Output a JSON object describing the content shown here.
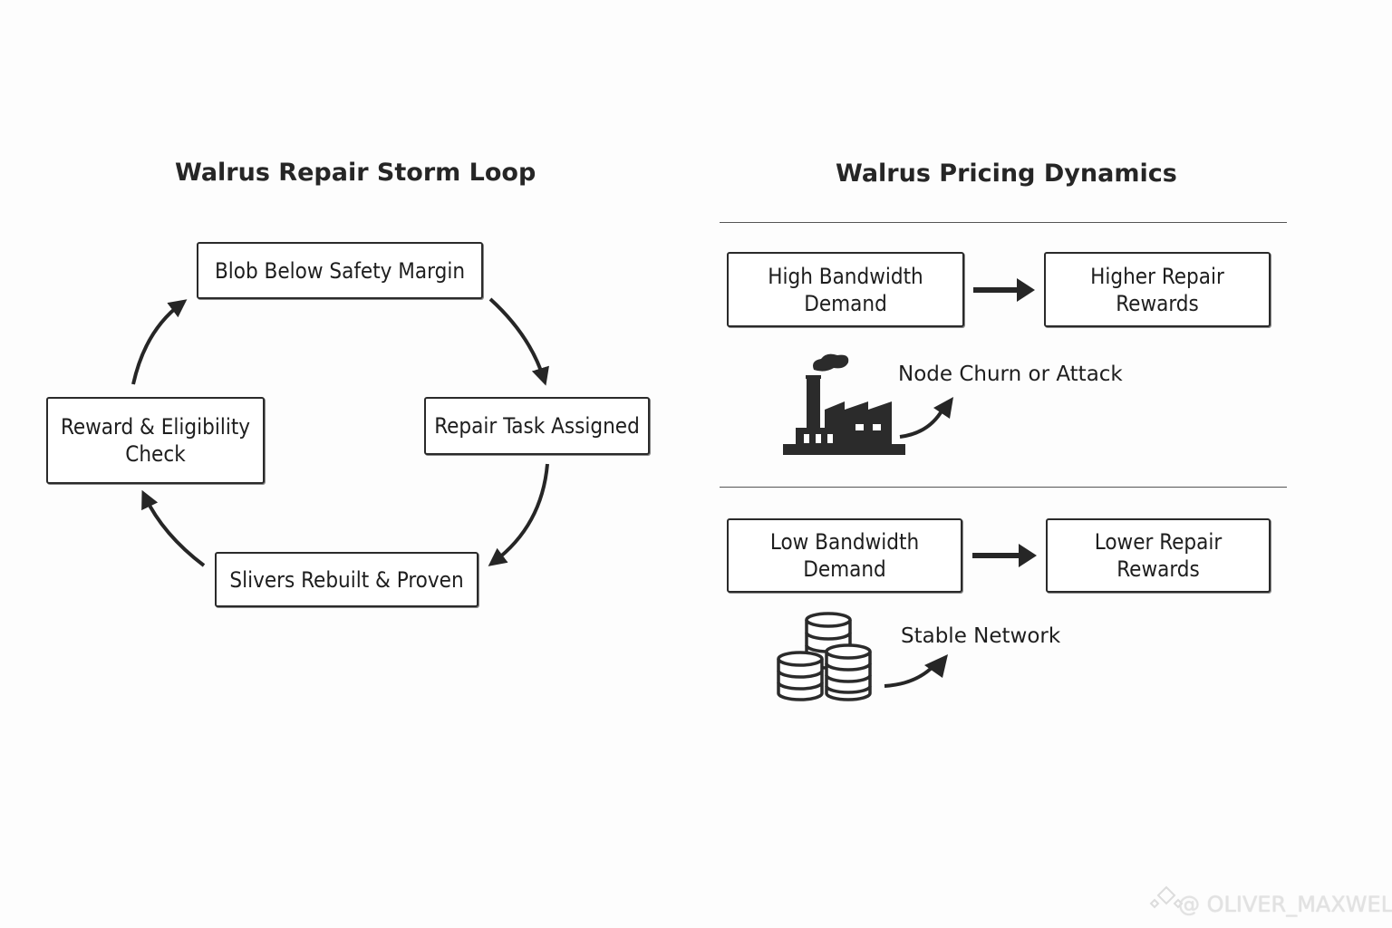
{
  "left_panel": {
    "title": "Walrus Repair Storm Loop",
    "nodes": [
      {
        "label": "Blob Below Safety Margin"
      },
      {
        "label": "Repair Task Assigned"
      },
      {
        "label": "Slivers Rebuilt & Proven"
      },
      {
        "label": "Reward & Eligibility\nCheck"
      }
    ]
  },
  "right_panel": {
    "title": "Walrus Pricing Dynamics",
    "high": {
      "cause": "High Bandwidth\nDemand",
      "effect": "Higher Repair\nRewards",
      "icon": "factory-icon",
      "note": "Node Churn or Attack"
    },
    "low": {
      "cause": "Low Bandwidth\nDemand",
      "effect": "Lower Repair\nRewards",
      "icon": "coin-stack-icon",
      "note": "Stable Network"
    }
  },
  "watermark": {
    "icon": "binance-logo-icon",
    "text": "@ OLIVER_MAXWELL"
  }
}
